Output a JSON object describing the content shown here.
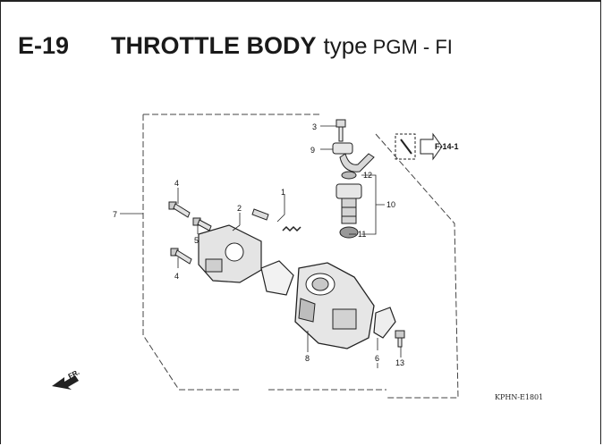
{
  "header": {
    "section": "E-19",
    "title": "THROTTLE BODY",
    "type_label": "type",
    "subtype": "PGM - FI"
  },
  "callouts": [
    "1",
    "2",
    "3",
    "4",
    "4",
    "5",
    "6",
    "7",
    "8",
    "9",
    "10",
    "11",
    "12",
    "13"
  ],
  "reference": "F-14-1",
  "front_label": "FR.",
  "drawing_code": "KPHN-E1801",
  "colors": {
    "line": "#222222",
    "part_fill": "#e6e6e6",
    "part_dark": "#9a9a9a"
  }
}
